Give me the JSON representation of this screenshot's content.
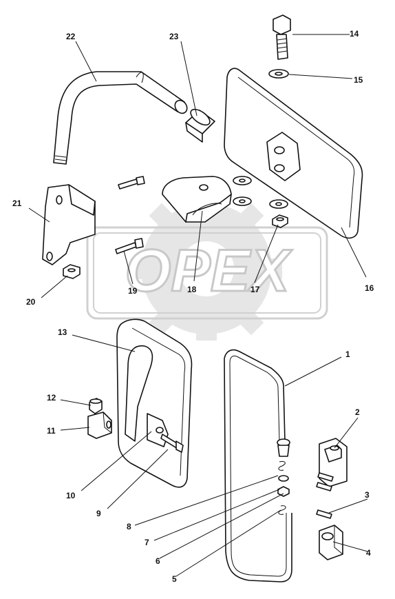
{
  "watermark": {
    "text": "OPEX"
  },
  "callouts": [
    "1",
    "2",
    "3",
    "4",
    "5",
    "6",
    "7",
    "8",
    "9",
    "10",
    "11",
    "12",
    "13",
    "14",
    "15",
    "16",
    "17",
    "18",
    "19",
    "20",
    "21",
    "22",
    "23"
  ]
}
